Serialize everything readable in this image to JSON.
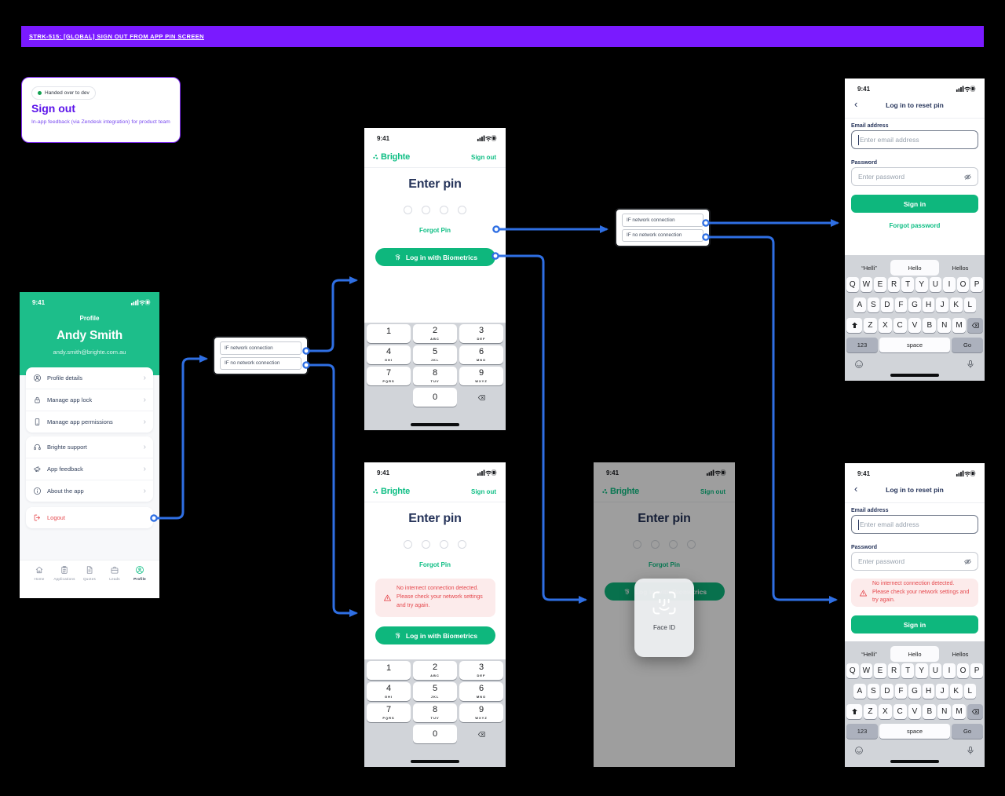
{
  "banner": {
    "label": "STRK-515: [GLOBAL] SIGN OUT FROM APP PIN SCREEN"
  },
  "note": {
    "status": "Handed over to dev",
    "title": "Sign out",
    "description": "In-app feedback (via Zendesk integration) for product team"
  },
  "status_bar": {
    "time": "9:41"
  },
  "conditions": {
    "network": "IF network connection",
    "no_network": "IF no network connection"
  },
  "profile": {
    "title": "Profile",
    "name": "Andy Smith",
    "email": "andy.smith@brighte.com.au",
    "group1": [
      {
        "label": "Profile details"
      },
      {
        "label": "Manage app lock"
      },
      {
        "label": "Manage app permissions"
      }
    ],
    "group2": [
      {
        "label": "Brighte support"
      },
      {
        "label": "App feedback"
      },
      {
        "label": "About the app"
      }
    ],
    "logout": "Logout",
    "nav": [
      {
        "label": "Home"
      },
      {
        "label": "Applications"
      },
      {
        "label": "Quotes"
      },
      {
        "label": "Leads"
      },
      {
        "label": "Profile"
      }
    ]
  },
  "pin": {
    "brand": "Brighte",
    "sign_out": "Sign out",
    "title": "Enter pin",
    "forgot": "Forgot Pin",
    "biometrics": "Log in with Biometrics",
    "error": "No internect connection detected. Please check your network settings and try again.",
    "keys": [
      {
        "d": "1",
        "l": ""
      },
      {
        "d": "2",
        "l": "ABC"
      },
      {
        "d": "3",
        "l": "DEF"
      },
      {
        "d": "4",
        "l": "GHI"
      },
      {
        "d": "5",
        "l": "JKL"
      },
      {
        "d": "6",
        "l": "MNO"
      },
      {
        "d": "7",
        "l": "PQRS"
      },
      {
        "d": "8",
        "l": "TUV"
      },
      {
        "d": "9",
        "l": "WXYZ"
      }
    ],
    "zero": "0"
  },
  "faceid": {
    "label": "Face ID"
  },
  "reset": {
    "title": "Log in to reset pin",
    "email_label": "Email address",
    "email_placeholder": "Enter email address",
    "password_label": "Password",
    "password_placeholder": "Enter password",
    "sign_in": "Sign in",
    "forgot": "Forgot password",
    "error": "No internect connection detected. Please check your network settings and try again."
  },
  "keyboard": {
    "suggestions": [
      "“Helli”",
      "Hello",
      "Hellos"
    ],
    "row1": [
      "Q",
      "W",
      "E",
      "R",
      "T",
      "Y",
      "U",
      "I",
      "O",
      "P"
    ],
    "row2": [
      "A",
      "S",
      "D",
      "F",
      "G",
      "H",
      "J",
      "K",
      "L"
    ],
    "row3": [
      "Z",
      "X",
      "C",
      "V",
      "B",
      "N",
      "M"
    ],
    "num": "123",
    "space": "space",
    "go": "Go"
  },
  "colors": {
    "brand_green": "#0EBE84",
    "button_green": "#0EB77D",
    "header_green": "#1DBE8A",
    "banner_purple": "#7A1AFF",
    "note_purple": "#5B13EA",
    "error_red": "#E5484D",
    "connector_blue": "#2F6FE3"
  }
}
